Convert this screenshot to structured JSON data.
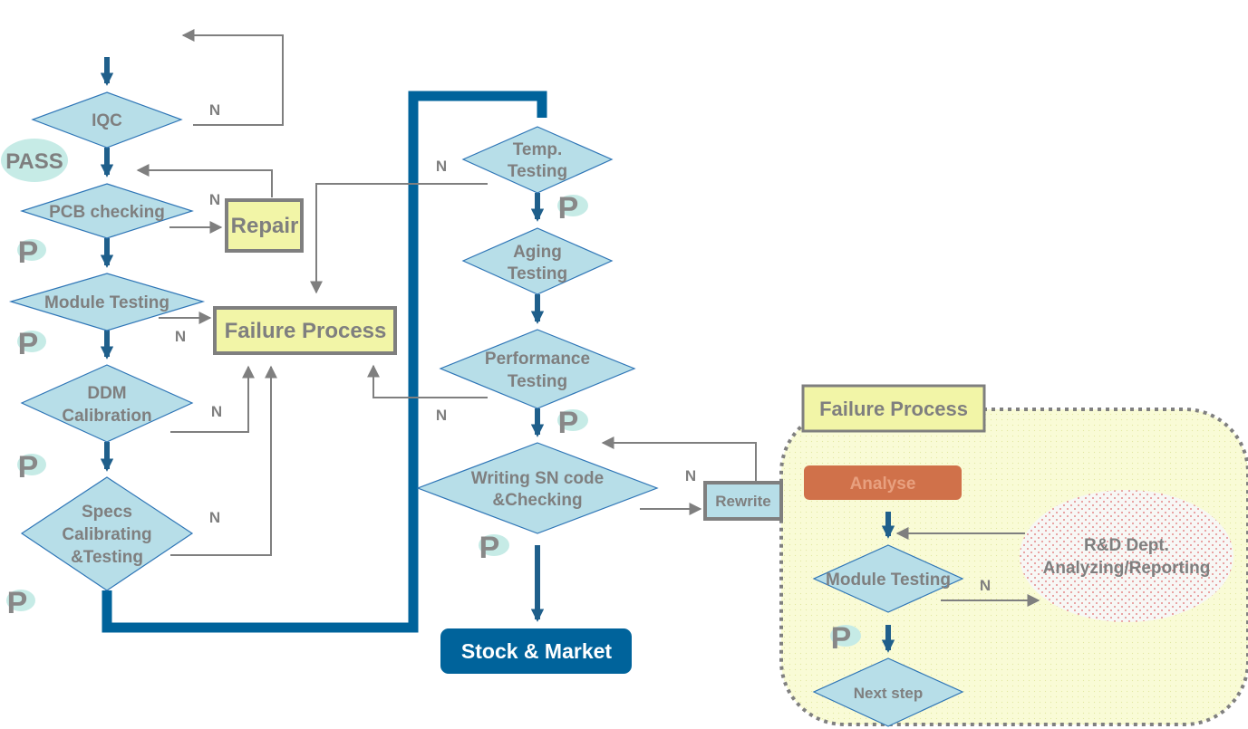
{
  "flow_left": {
    "iqc": "IQC",
    "pass_badge": "PASS",
    "pcb_checking": "PCB checking",
    "repair": "Repair",
    "module_testing": "Module Testing",
    "failure_process": "Failure Process",
    "ddm_line1": "DDM",
    "ddm_line2": "Calibration",
    "specs_line1": "Specs",
    "specs_line2": "Calibrating",
    "specs_line3": "&Testing"
  },
  "flow_mid": {
    "temp_line1": "Temp.",
    "temp_line2": "Testing",
    "aging_line1": "Aging",
    "aging_line2": "Testing",
    "perf_line1": "Performance",
    "perf_line2": "Testing",
    "sn_line1": "Writing SN code",
    "sn_line2": "&Checking",
    "rewrite": "Rewrite",
    "stock_market": "Stock & Market"
  },
  "failure_panel": {
    "title": "Failure Process",
    "analyse": "Analyse",
    "module_testing": "Module Testing",
    "rd_line1": "R&D Dept.",
    "rd_line2": "Analyzing/Reporting",
    "next_step": "Next step"
  },
  "labels": {
    "no": "N",
    "pass": "P"
  },
  "colors": {
    "diamond_fill": "#b7dee8",
    "flow_blue": "#00639b",
    "box_yellow": "#f2f5a7",
    "analyse_orange": "#d0714a",
    "pass_bubble": "#c6ebe6"
  }
}
